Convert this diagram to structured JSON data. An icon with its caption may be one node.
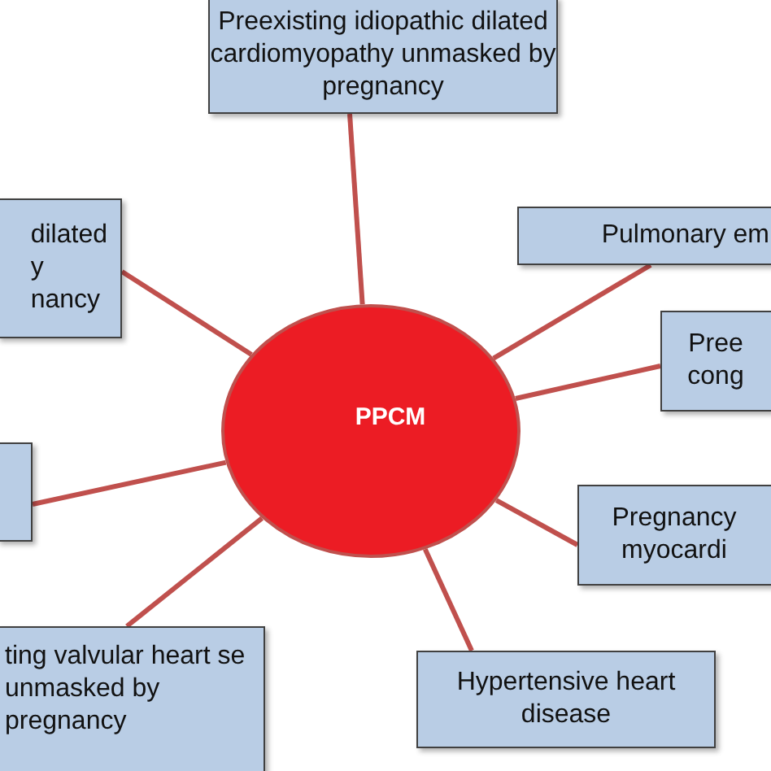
{
  "diagram": {
    "nodes": [
      {
        "text": [
          "Preexisting idiopathic dilated cardiomyopathy unmasked by pregnancy"
        ]
      },
      {
        "text": [
          "dilated y nancy"
        ]
      },
      {
        "text": [
          "Pulmonary em"
        ]
      },
      {
        "text": [
          "PPCM"
        ]
      },
      {
        "text": [
          "Pree cong"
        ]
      },
      {
        "text": [],
        "shape": "box"
      },
      {
        "text": [
          "Pregnancy myocardi"
        ]
      },
      {
        "text": [
          "ting valvular heart se unmasked by pregnancy"
        ]
      },
      {
        "text": [
          "Hypertensive heart disease"
        ]
      }
    ],
    "edges": [
      {
        "from": 3,
        "to": 0,
        "arrow": "none"
      },
      {
        "from": 3,
        "to": 1,
        "arrow": "none"
      },
      {
        "from": 3,
        "to": 2,
        "arrow": "none"
      },
      {
        "from": 3,
        "to": 4,
        "arrow": "none"
      },
      {
        "from": 3,
        "to": 5,
        "arrow": "none"
      },
      {
        "from": 3,
        "to": 6,
        "arrow": "none"
      },
      {
        "from": 3,
        "to": 7,
        "arrow": "none"
      },
      {
        "from": 3,
        "to": 8,
        "arrow": "none"
      }
    ]
  }
}
